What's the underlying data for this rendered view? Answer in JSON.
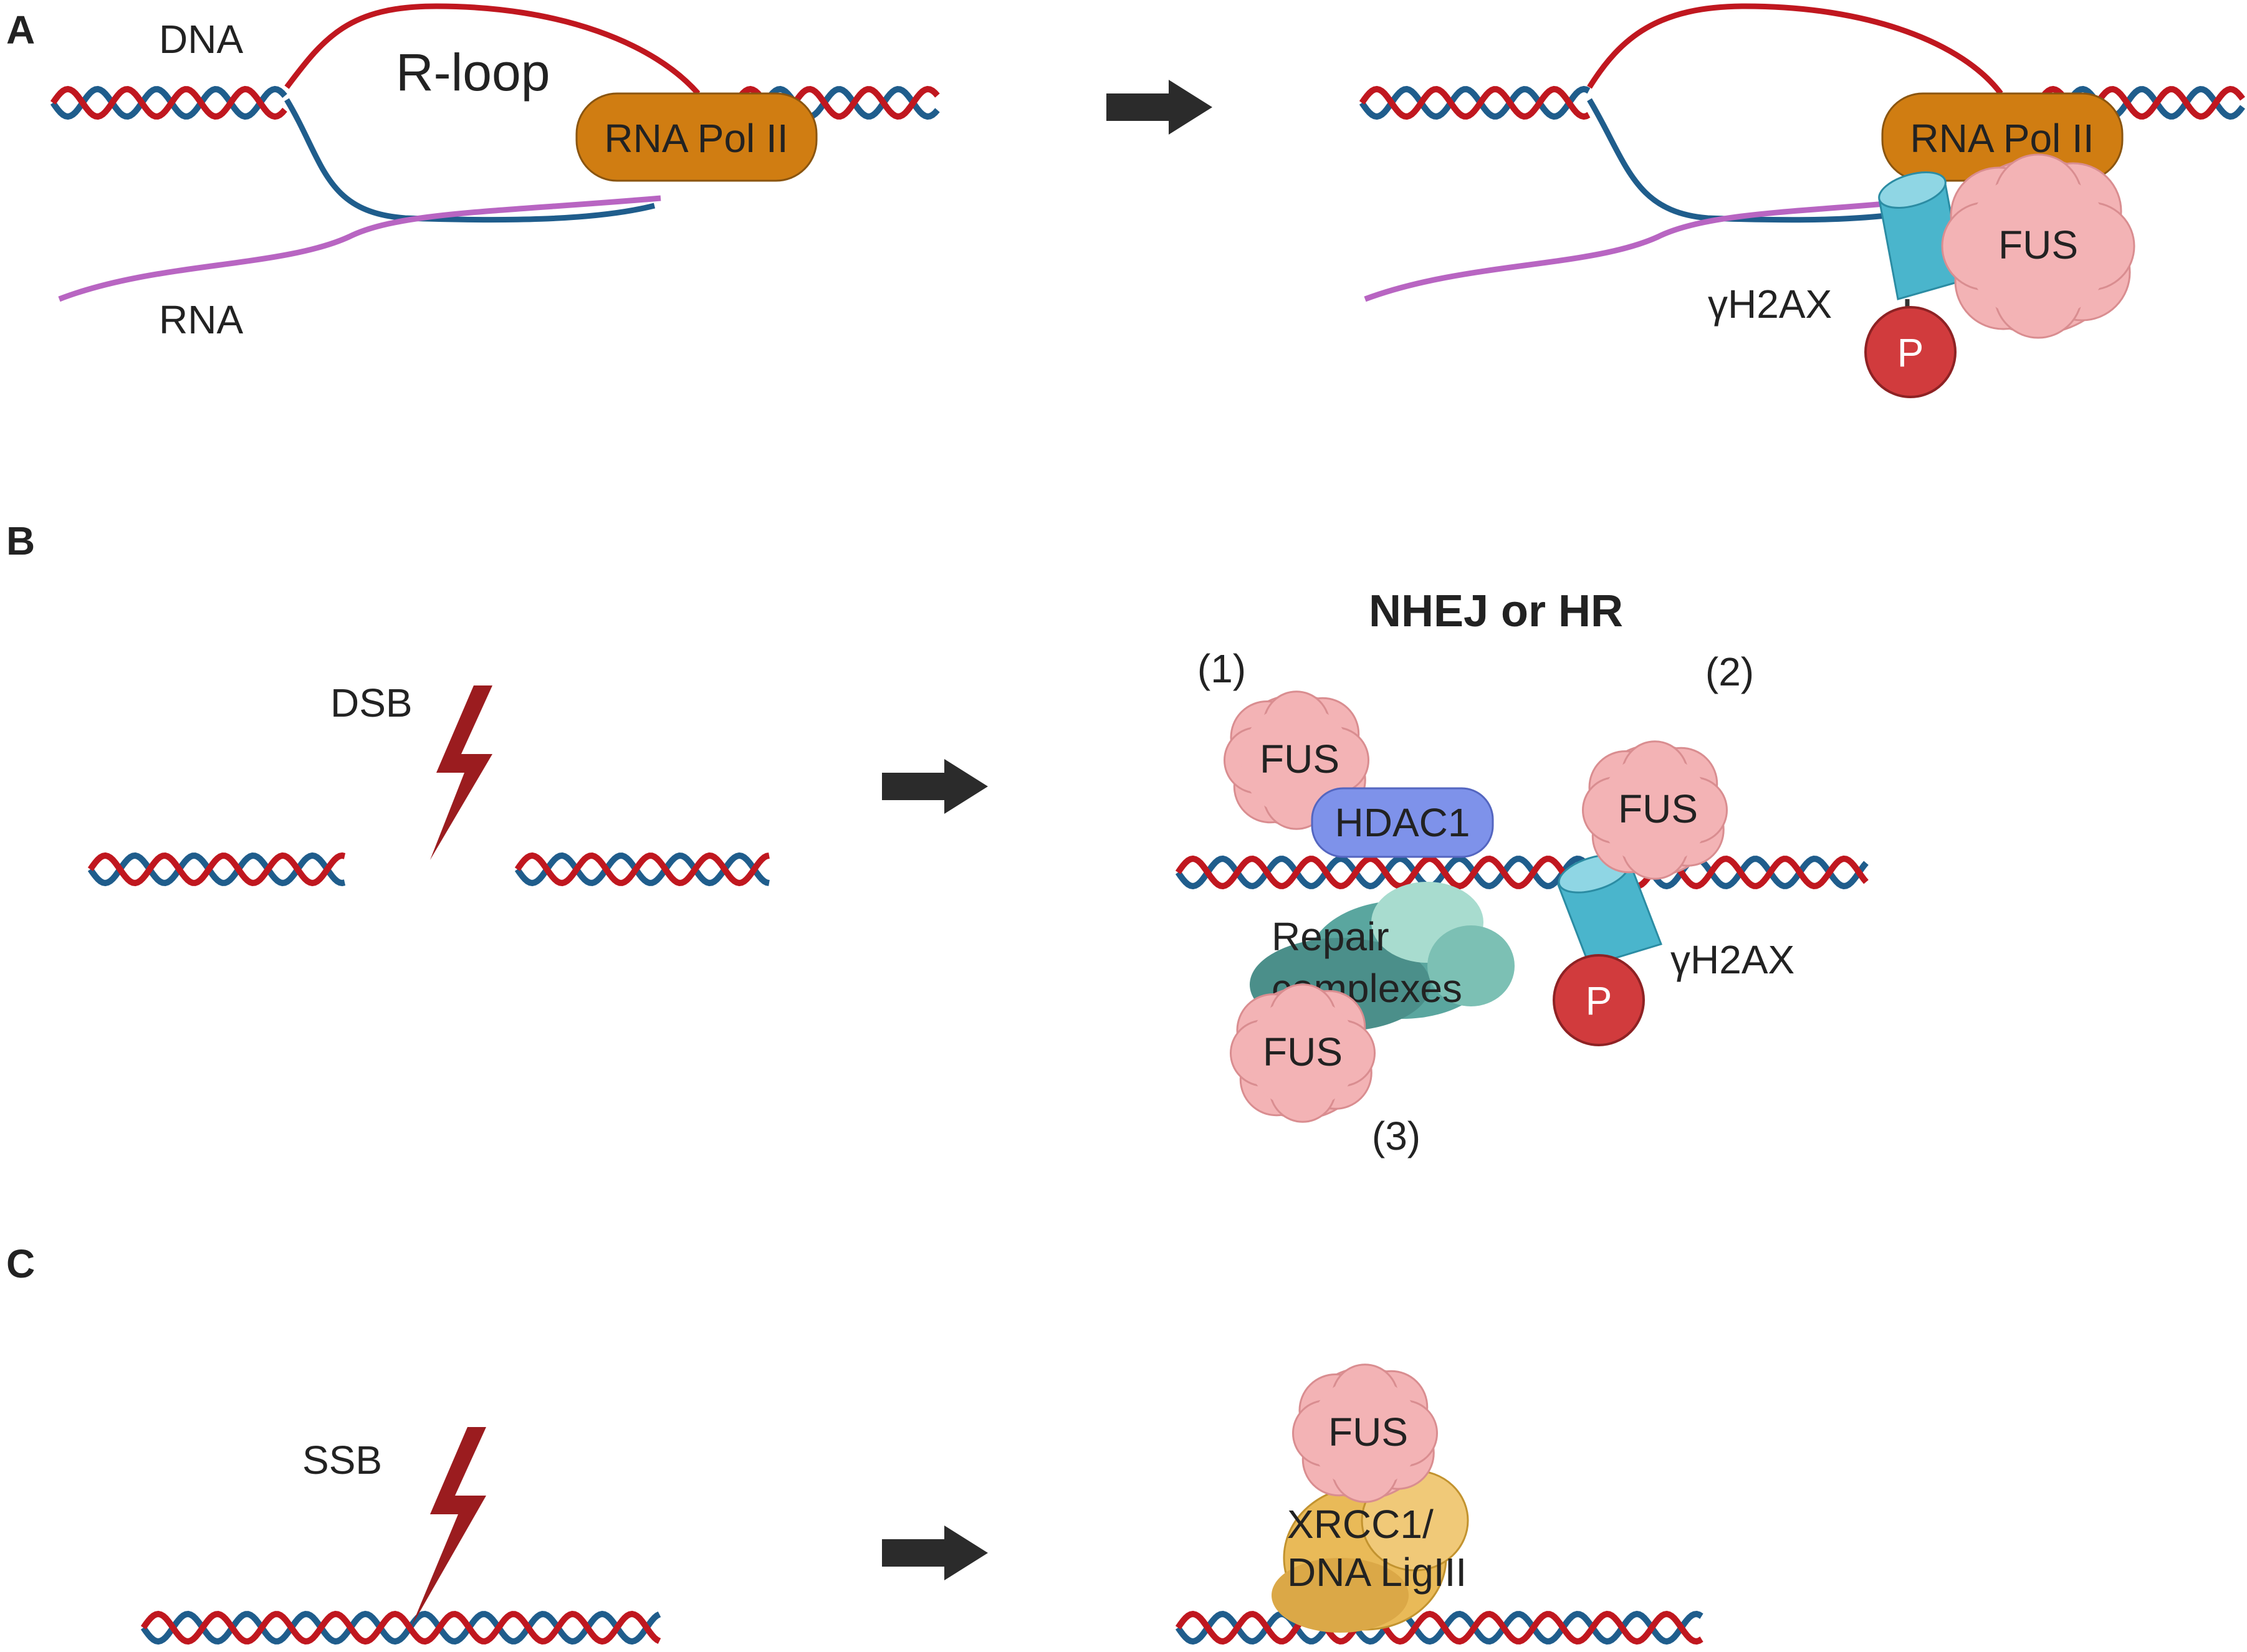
{
  "panels": [
    "A",
    "B",
    "C"
  ],
  "panel_a": {
    "dna": "DNA",
    "rloop": "R-loop",
    "rna": "RNA",
    "pol_left": "RNA Pol II",
    "pol_right": "RNA Pol II",
    "fus": "FUS",
    "h2ax": "γH2AX",
    "p": "P"
  },
  "panel_b": {
    "dsb": "DSB",
    "title": "NHEJ or HR",
    "n1": "(1)",
    "n2": "(2)",
    "n3": "(3)",
    "fus1": "FUS",
    "hdac1": "HDAC1",
    "repair1": "Repair",
    "repair2": "complexes",
    "fus3": "FUS",
    "fus2": "FUS",
    "p": "P",
    "h2ax": "γH2AX"
  },
  "panel_c": {
    "ssb": "SSB",
    "fus": "FUS",
    "xrcc1": "XRCC1/",
    "lig3": "DNA LigIII"
  },
  "colors": {
    "dna_red": "#c0171f",
    "dna_blue": "#1f5d8c",
    "rna": "#b865c2",
    "pol": "#d07d12",
    "fus": "#f3b3b5",
    "h2ax": "#4ab5cc",
    "phospho": "#d13b3d",
    "hdac1": "#7e92ea",
    "repair": "#5aa69f",
    "xrcc1": "#e9ba58",
    "bolt": "#9b1c1f",
    "arrow": "#2b2b2b"
  }
}
